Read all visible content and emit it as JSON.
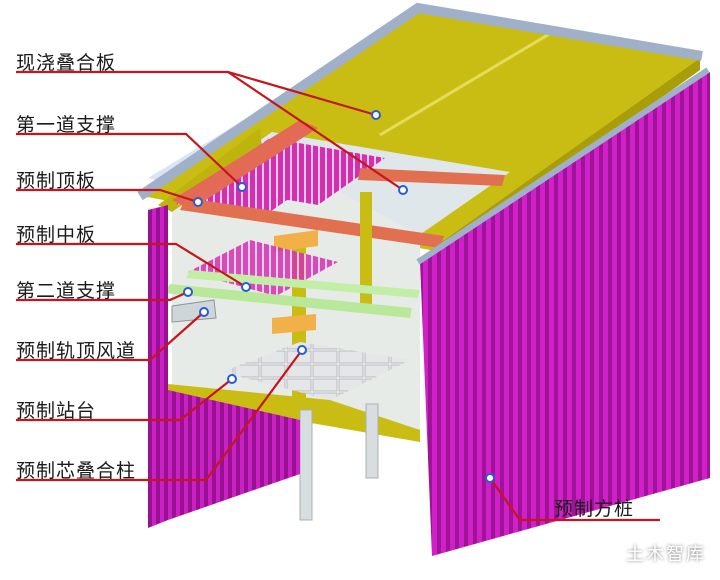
{
  "labels": {
    "cast_slab": "现浇叠合板",
    "first_strut": "第一道支撑",
    "precast_roof": "预制顶板",
    "precast_mid": "预制中板",
    "second_strut": "第二道支撑",
    "precast_duct": "预制轨顶风道",
    "precast_platform": "预制站台",
    "precast_column": "预制芯叠合柱",
    "precast_pile": "预制方桩"
  },
  "watermark": "土木智库",
  "colors": {
    "pile": "#d21fc9",
    "slab": "#c6bb0c",
    "strut_red": "#e36a55",
    "strut_green": "#b9e89a",
    "column_orange": "#f2b049",
    "leader": "#c4161c",
    "marker": "#2a5bd7"
  }
}
